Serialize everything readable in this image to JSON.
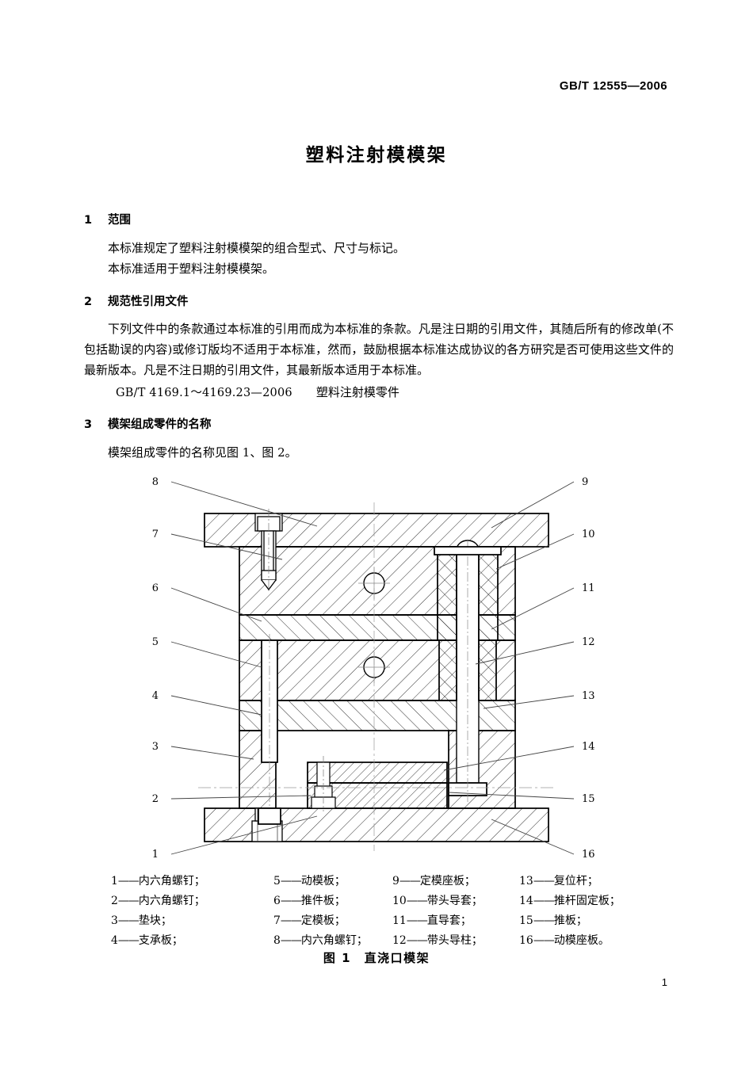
{
  "header": {
    "standard_code": "GB/T 12555—2006"
  },
  "title": "塑料注射模模架",
  "clauses": [
    {
      "number": "1",
      "heading": "范围",
      "paragraphs": [
        "本标准规定了塑料注射模模架的组合型式、尺寸与标记。",
        "本标准适用于塑料注射模模架。"
      ]
    },
    {
      "number": "2",
      "heading": "规范性引用文件",
      "paragraphs": [
        "下列文件中的条款通过本标准的引用而成为本标准的条款。凡是注日期的引用文件，其随后所有的修改单(不包括勘误的内容)或修订版均不适用于本标准，然而，鼓励根据本标准达成协议的各方研究是否可使用这些文件的最新版本。凡是不注日期的引用文件，其最新版本适用于本标准。"
      ],
      "reference": {
        "code": "GB/T 4169.1～4169.23—2006",
        "name": "塑料注射模零件"
      }
    },
    {
      "number": "3",
      "heading": "模架组成零件的名称",
      "paragraphs": [
        "模架组成零件的名称见图 1、图 2。"
      ]
    }
  ],
  "figure": {
    "caption": "图 1　直浇口模架",
    "callout_labels_left": [
      "8",
      "7",
      "6",
      "5",
      "4",
      "3",
      "2",
      "1"
    ],
    "callout_labels_right": [
      "9",
      "10",
      "11",
      "12",
      "13",
      "14",
      "15",
      "16"
    ],
    "legend": [
      {
        "num": "1",
        "dash": "——",
        "name": "内六角螺钉；"
      },
      {
        "num": "2",
        "dash": "——",
        "name": "内六角螺钉；"
      },
      {
        "num": "3",
        "dash": "——",
        "name": "垫块；"
      },
      {
        "num": "4",
        "dash": "——",
        "name": "支承板；"
      },
      {
        "num": "5",
        "dash": "——",
        "name": "动模板；"
      },
      {
        "num": "6",
        "dash": "——",
        "name": "推件板；"
      },
      {
        "num": "7",
        "dash": "——",
        "name": "定模板；"
      },
      {
        "num": "8",
        "dash": "——",
        "name": "内六角螺钉；"
      },
      {
        "num": "9",
        "dash": "——",
        "name": "定模座板；"
      },
      {
        "num": "10",
        "dash": "——",
        "name": "带头导套；"
      },
      {
        "num": "11",
        "dash": "——",
        "name": "直导套；"
      },
      {
        "num": "12",
        "dash": "——",
        "name": "带头导柱；"
      },
      {
        "num": "13",
        "dash": "——",
        "name": "复位杆；"
      },
      {
        "num": "14",
        "dash": "——",
        "name": "推杆固定板；"
      },
      {
        "num": "15",
        "dash": "——",
        "name": "推板；"
      },
      {
        "num": "16",
        "dash": "——",
        "name": "动模座板。"
      }
    ]
  },
  "page_number": "1",
  "colors": {
    "ink": "#000000",
    "paper": "#ffffff",
    "thin_line": "#333333"
  }
}
